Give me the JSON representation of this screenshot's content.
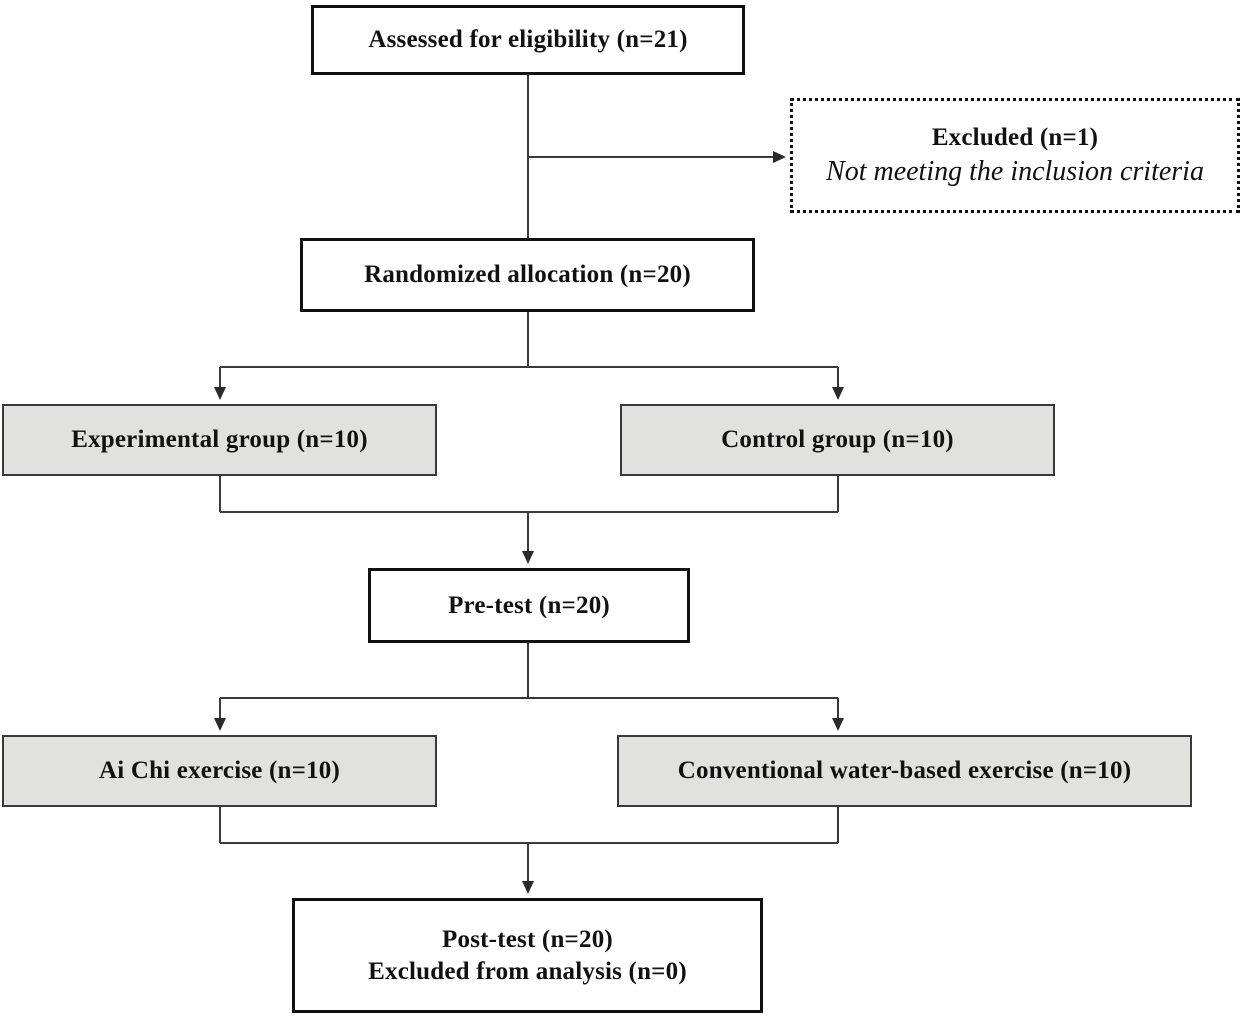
{
  "diagram": {
    "kind": "study-flow-diagram",
    "colors": {
      "box_fill_white": "#ffffff",
      "box_fill_gray": "#e1e1e0",
      "box_border": "#111111",
      "connector_line": "#3a3a3a",
      "text": "#111111"
    },
    "boxes": {
      "assessed": {
        "label": "Assessed for eligibility (n=21)"
      },
      "excluded": {
        "label": "Excluded (n=1)",
        "sublabel": "Not meeting the inclusion criteria"
      },
      "randomized": {
        "label": "Randomized allocation (n=20)"
      },
      "experimental": {
        "label": "Experimental group (n=10)"
      },
      "control": {
        "label": "Control group (n=10)"
      },
      "pretest": {
        "label": "Pre-test (n=20)"
      },
      "aichi": {
        "label": "Ai Chi exercise (n=10)"
      },
      "conventional": {
        "label": "Conventional water-based exercise (n=10)"
      },
      "posttest": {
        "label": "Post-test (n=20)",
        "sublabel": "Excluded from analysis (n=0)"
      }
    }
  }
}
